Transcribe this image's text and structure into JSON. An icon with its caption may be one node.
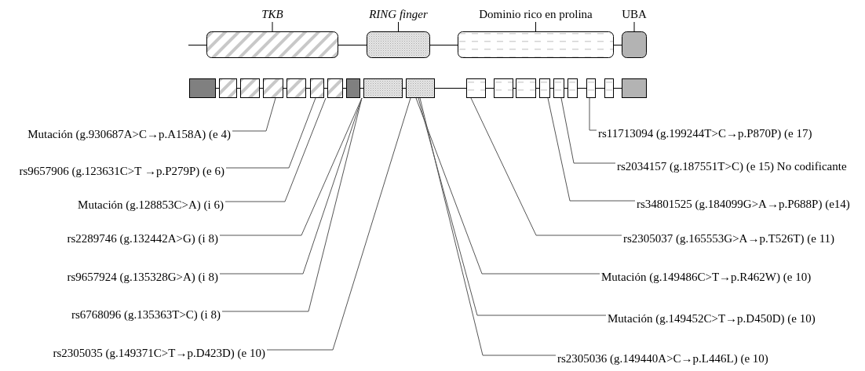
{
  "diagram": {
    "nodes": [
      {
        "text": [
          "TKB"
        ]
      },
      {
        "text": [
          "RING finger"
        ]
      },
      {
        "text": [
          "Dominio rico en prolina"
        ]
      },
      {
        "text": [
          "UBA"
        ]
      },
      {
        "text": [],
        "shape": "box"
      },
      {
        "text": [],
        "shape": "line"
      },
      {
        "text": [],
        "shape": "box"
      },
      {
        "text": [],
        "shape": "line"
      },
      {
        "text": [],
        "shape": "box"
      },
      {
        "text": [],
        "shape": "line"
      },
      {
        "text": [],
        "shape": "box"
      },
      {
        "text": [],
        "shape": "line"
      },
      {
        "text": [],
        "shape": "box"
      },
      {
        "text": [],
        "shape": "line"
      },
      {
        "text": [],
        "shape": "box"
      },
      {
        "text": [],
        "shape": "line"
      },
      {
        "text": [],
        "shape": "box"
      },
      {
        "text": [],
        "shape": "line"
      },
      {
        "text": [],
        "shape": "box"
      },
      {
        "text": [],
        "shape": "line"
      },
      {
        "text": [],
        "shape": "box"
      },
      {
        "text": [],
        "shape": "line"
      },
      {
        "text": [],
        "shape": "box"
      },
      {
        "text": [],
        "shape": "line"
      },
      {
        "text": [],
        "shape": "box"
      },
      {
        "text": [],
        "shape": "line"
      },
      {
        "text": [],
        "shape": "box"
      },
      {
        "text": [],
        "shape": "line"
      },
      {
        "text": [],
        "shape": "box"
      },
      {
        "text": [],
        "shape": "line"
      },
      {
        "text": [],
        "shape": "box"
      },
      {
        "text": [],
        "shape": "line"
      },
      {
        "text": [],
        "shape": "box"
      },
      {
        "text": [],
        "shape": "line"
      },
      {
        "text": [],
        "shape": "box"
      },
      {
        "text": [],
        "shape": "line"
      },
      {
        "text": [],
        "shape": "box"
      },
      {
        "text": [],
        "shape": "line"
      },
      {
        "text": [],
        "shape": "box"
      },
      {
        "text": [],
        "shape": "line"
      },
      {
        "text": [],
        "shape": "box"
      },
      {
        "text": [
          "Mutación (g.930687A>C→p.A158A) (e 4)"
        ]
      },
      {
        "text": [
          "rs9657906 (g.123631C>T →p.P279P) (e 6)"
        ]
      },
      {
        "text": [
          "Mutación (g.128853C>A) (i 6)"
        ]
      },
      {
        "text": [
          "rs2289746 (g.132442A>G) (i 8)"
        ]
      },
      {
        "text": [
          "rs9657924 (g.135328G>A) (i 8)"
        ]
      },
      {
        "text": [
          "rs6768096 (g.135363T>C) (i 8)"
        ]
      },
      {
        "text": [
          "rs2305035 (g.149371C>T→p.D423D) (e 10)"
        ]
      },
      {
        "text": [
          "rs11713094 (g.199244T>C→p.P870P) (e 17)"
        ]
      },
      {
        "text": [
          "rs2034157 (g.187551T>C) (e 15) No codificante"
        ]
      },
      {
        "text": [
          "rs34801525 (g.184099G>A→p.P688P) (e14)"
        ]
      },
      {
        "text": [
          "rs2305037 (g.165553G>A→p.T526T) (e 11)"
        ]
      },
      {
        "text": [
          "Mutación (g.149486C>T→p.R462W) (e 10)"
        ]
      },
      {
        "text": [
          "Mutación (g.149452C>T→p.D450D) (e 10)"
        ]
      },
      {
        "text": [
          "rs2305036 (g.149440A>C→p.L446L) (e 10)"
        ]
      }
    ],
    "edges": [
      {
        "from": 41,
        "to": 10,
        "arrow": "none"
      },
      {
        "from": 42,
        "to": 14,
        "arrow": "none"
      },
      {
        "from": 43,
        "to": 15,
        "arrow": "none"
      },
      {
        "from": 44,
        "to": 19,
        "arrow": "none"
      },
      {
        "from": 45,
        "to": 19,
        "arrow": "none"
      },
      {
        "from": 46,
        "to": 19,
        "arrow": "none"
      },
      {
        "from": 47,
        "to": 22,
        "arrow": "none"
      },
      {
        "from": 48,
        "to": 36,
        "arrow": "none"
      },
      {
        "from": 49,
        "to": 32,
        "arrow": "none"
      },
      {
        "from": 50,
        "to": 30,
        "arrow": "none"
      },
      {
        "from": 51,
        "to": 24,
        "arrow": "none"
      },
      {
        "from": 52,
        "to": 22,
        "arrow": "none"
      },
      {
        "from": 53,
        "to": 22,
        "arrow": "none"
      },
      {
        "from": 54,
        "to": 22,
        "arrow": "none"
      }
    ]
  }
}
